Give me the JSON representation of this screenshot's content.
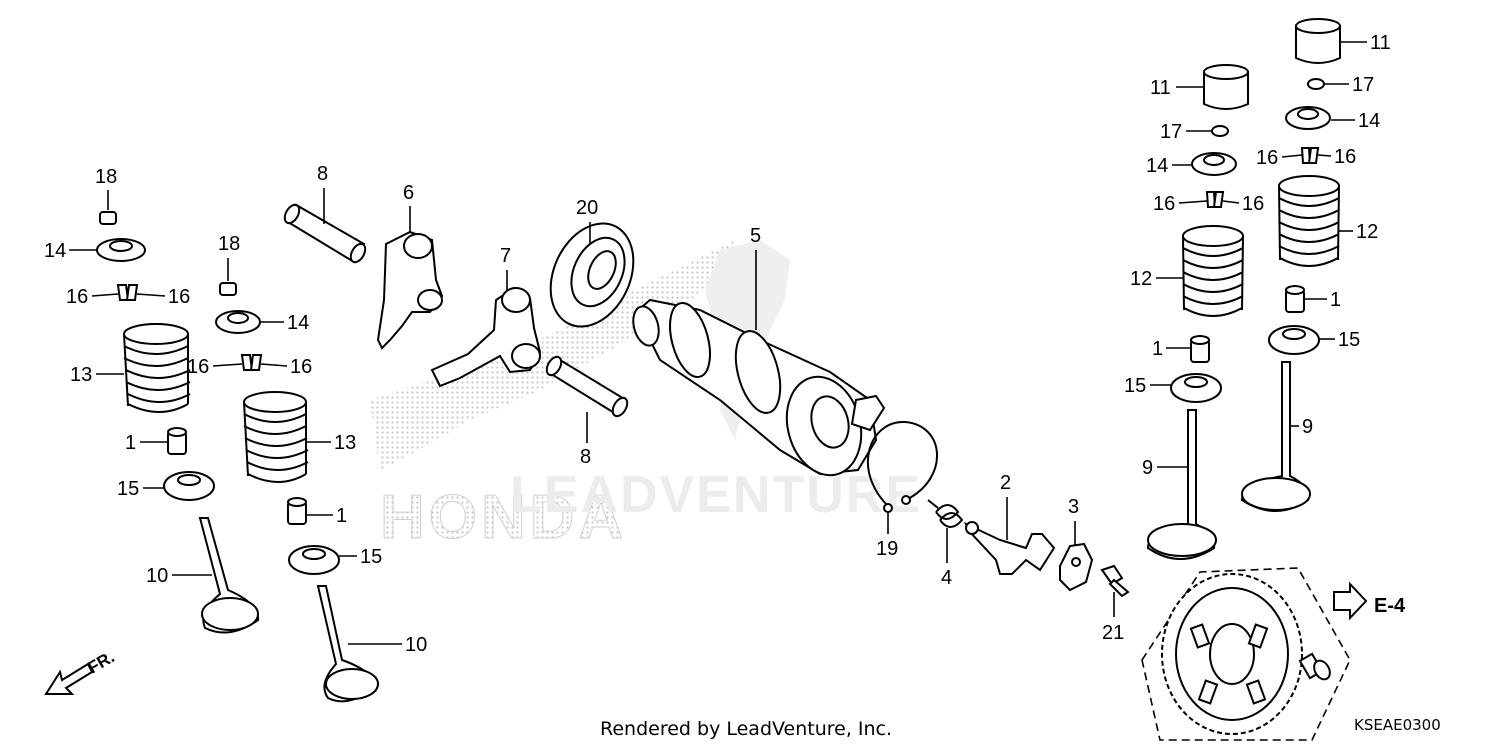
{
  "watermark": {
    "logo": "HONDA",
    "text": "LEADVENTURE"
  },
  "callouts": {
    "c18a": "18",
    "c14a": "14",
    "c16a1": "16",
    "c16a2": "16",
    "c13a": "13",
    "c1a": "1",
    "c15a": "15",
    "c10a": "10",
    "c8a": "8",
    "c18b": "18",
    "c14b": "14",
    "c16b1": "16",
    "c16b2": "16",
    "c13b": "13",
    "c1b": "1",
    "c15b": "15",
    "c10b": "10",
    "c6": "6",
    "c7": "7",
    "c8b": "8",
    "c20": "20",
    "c5": "5",
    "c19": "19",
    "c4": "4",
    "c2": "2",
    "c3": "3",
    "c21": "21",
    "c11a": "11",
    "c17a": "17",
    "c14c": "14",
    "c16c1": "16",
    "c16c2": "16",
    "c12a": "12",
    "c1c": "1",
    "c15c": "15",
    "c9a": "9",
    "c11b": "11",
    "c17b": "17",
    "c14d": "14",
    "c16d1": "16",
    "c16d2": "16",
    "c12b": "12",
    "c1d": "1",
    "c15d": "15",
    "c9b": "9"
  },
  "reference": {
    "label": "E-4"
  },
  "direction": {
    "label": "FR."
  },
  "footer": {
    "credit": "Rendered by LeadVenture, Inc.",
    "code": "KSEAE0300"
  }
}
